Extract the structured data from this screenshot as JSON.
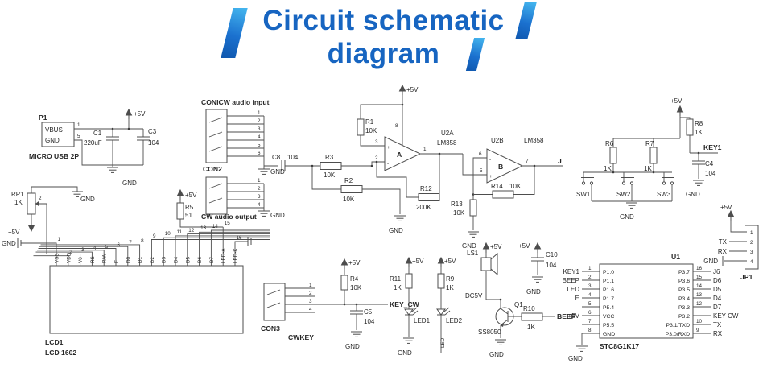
{
  "title": {
    "line1": "Circuit schematic",
    "line2": "diagram"
  },
  "colors": {
    "title_blue": "#1765c1",
    "accent_light": "#45b7ef",
    "accent_dark": "#0f57ae",
    "ink": "#262626"
  },
  "labels": {
    "p1": "P1",
    "vbus": "VBUS",
    "gnd": "GND",
    "usb": "MICRO USB 2P",
    "p5v": "+5V",
    "c1": "C1",
    "c1v": "220uF",
    "c3": "C3",
    "v104": "104",
    "conin": "CONICW audio input",
    "con2": "CON2",
    "conout": "CW audio output",
    "c8": "C8",
    "r1": "R1",
    "r2": "R2",
    "r3": "R3",
    "v10k": "10K",
    "u2a": "U2A",
    "u2b": "U2B",
    "lm358": "LM358",
    "ampA": "A",
    "ampB": "B",
    "plus": "+",
    "minus": "-",
    "r12": "R12",
    "v200k": "200K",
    "r13": "R13",
    "r14": "R14",
    "j": "J",
    "r6": "R6",
    "r7": "R7",
    "r8": "R8",
    "v1k": "1K",
    "key1": "KEY1",
    "c4": "C4",
    "sw1": "SW1",
    "sw2": "SW2",
    "sw3": "SW3",
    "tx": "TX",
    "rx": "RX",
    "jp1": "JP1",
    "rp1": "RP1",
    "r5": "R5",
    "v51": "51",
    "r4": "R4",
    "keycw": "KEY_CW",
    "c5": "C5",
    "con3": "CON3",
    "cwkey": "CWKEY",
    "r11": "R11",
    "r9": "R9",
    "led1": "LED1",
    "led2": "LED2",
    "led": "LED",
    "ls1": "LS1",
    "dc5v": "DC5V",
    "q1": "Q1",
    "ss8050": "SS8050",
    "r10": "R10",
    "beep": "BEEP",
    "c10": "C10"
  },
  "n": {
    "1": "1",
    "2": "2",
    "3": "3",
    "4": "4",
    "5": "5",
    "6": "6",
    "7": "7",
    "8": "8",
    "9": "9",
    "10": "10",
    "11": "11",
    "12": "12",
    "13": "13",
    "14": "14",
    "15": "15",
    "16": "16"
  },
  "lcd": {
    "ref": "LCD1",
    "part": "LCD 1602",
    "pins": [
      "VSS",
      "VDD",
      "V0",
      "RS",
      "R/W",
      "E",
      "D0",
      "D1",
      "D2",
      "D3",
      "D4",
      "D5",
      "D6",
      "D7",
      "LED-A",
      "LED-K"
    ]
  },
  "u1ic": {
    "ref": "U1",
    "part": "STC8G1K17",
    "left": [
      {
        "ext": "KEY1",
        "num": "1",
        "name": "P1.0"
      },
      {
        "ext": "BEEP",
        "num": "2",
        "name": "P1.1"
      },
      {
        "ext": "LED",
        "num": "3",
        "name": "P1.6"
      },
      {
        "ext": "E",
        "num": "4",
        "name": "P1.7"
      },
      {
        "ext": "",
        "num": "5",
        "name": "P5.4"
      },
      {
        "ext": "+5V",
        "num": "6",
        "name": "VCC"
      },
      {
        "ext": "",
        "num": "7",
        "name": "P5.5"
      },
      {
        "ext": "",
        "num": "8",
        "name": "GND"
      }
    ],
    "right": [
      {
        "ext": "J6",
        "num": "16",
        "name": "P3.7"
      },
      {
        "ext": "D6",
        "num": "15",
        "name": "P3.6"
      },
      {
        "ext": "D5",
        "num": "14",
        "name": "P3.5"
      },
      {
        "ext": "D4",
        "num": "13",
        "name": "P3.4"
      },
      {
        "ext": "D7",
        "num": "12",
        "name": "P3.3"
      },
      {
        "ext": "KEY CW",
        "num": "11",
        "name": "P3.2"
      },
      {
        "ext": "TX",
        "num": "10",
        "name": "P3.1/TXD"
      },
      {
        "ext": "RX",
        "num": "9",
        "name": "P3.0/RXD"
      }
    ]
  }
}
